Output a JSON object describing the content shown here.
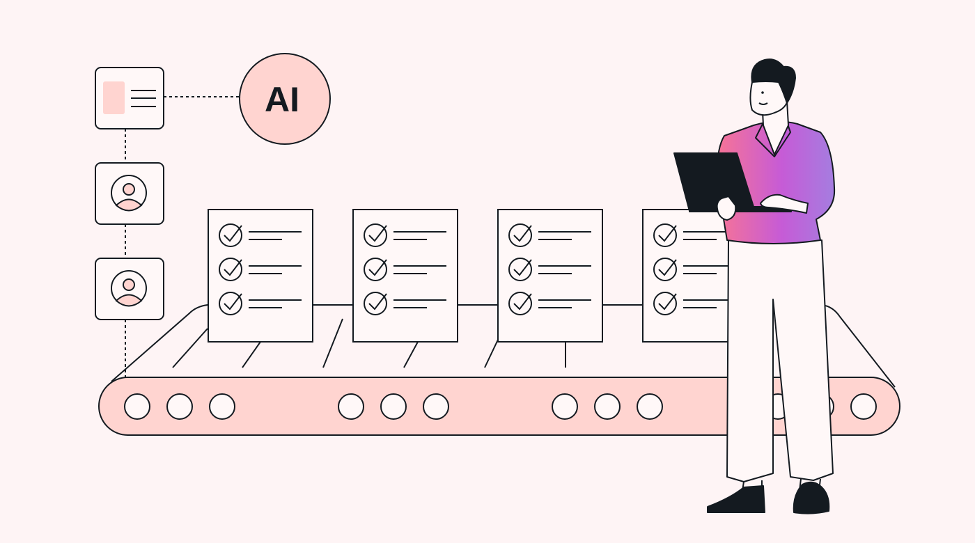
{
  "ai_badge": {
    "label": "AI"
  },
  "colors": {
    "background": "#fef4f5",
    "stroke": "#141a20",
    "pink": "#ffd4d0",
    "paper": "#fff8f8",
    "shirt_gradient": [
      "#f56f9a",
      "#c45bd8",
      "#a778e0"
    ]
  },
  "documents": [
    {
      "checks": 3
    },
    {
      "checks": 3
    },
    {
      "checks": 3
    },
    {
      "checks": 3
    }
  ]
}
